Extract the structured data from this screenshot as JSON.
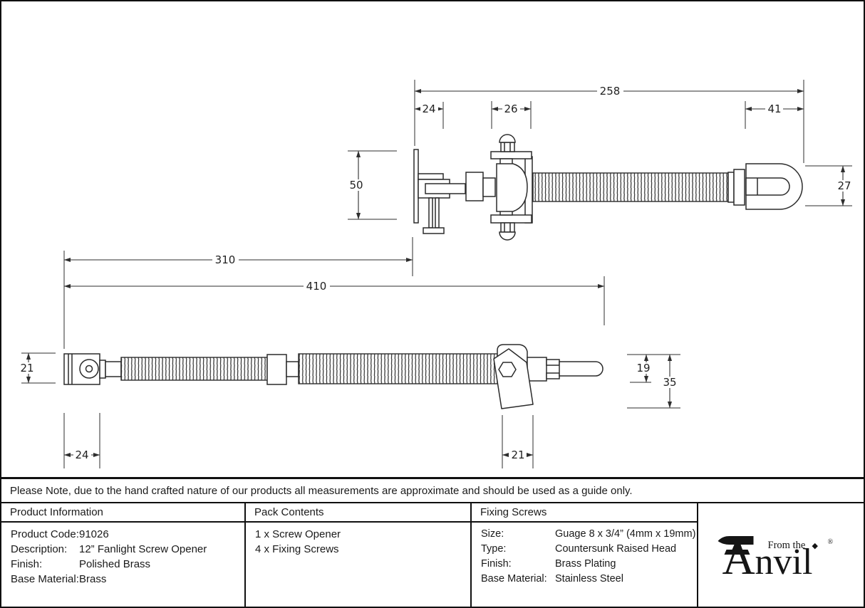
{
  "note": "Please Note, due to the hand crafted nature of our products all measurements are approximate and should be used as a guide only.",
  "drawing": {
    "top_view": {
      "overall_length": "258",
      "plate_width": "24",
      "body_width": "26",
      "loop_length": "41",
      "plate_height": "50",
      "loop_height": "27"
    },
    "plan_view": {
      "plate_distance": "310",
      "overall_length": "410",
      "eye_height": "21",
      "eye_width": "24",
      "clamp_width": "21",
      "pin_height": "19",
      "clamp_height": "35"
    }
  },
  "table": {
    "product_information": {
      "header": "Product Information",
      "rows": [
        [
          "Product Code:",
          "91026"
        ],
        [
          "Description:",
          "12” Fanlight Screw Opener"
        ],
        [
          "Finish:",
          "Polished Brass"
        ],
        [
          "Base Material:",
          "Brass"
        ]
      ]
    },
    "pack_contents": {
      "header": "Pack Contents",
      "items": [
        "1 x Screw Opener",
        "4 x Fixing Screws"
      ]
    },
    "fixing_screws": {
      "header": "Fixing Screws",
      "rows": [
        [
          "Size:",
          "Guage 8 x 3/4” (4mm x 19mm)"
        ],
        [
          "Type:",
          "Countersunk Raised Head"
        ],
        [
          "Finish:",
          "Brass Plating"
        ],
        [
          "Base Material:",
          "Stainless Steel"
        ]
      ]
    }
  },
  "logo": {
    "prefix": "From the",
    "initial": "A",
    "name_rest": "nvil",
    "diamond": "◆",
    "registered": "®"
  },
  "colors": {
    "line": "#2b2b2b",
    "background": "#ffffff",
    "border": "#101010"
  }
}
